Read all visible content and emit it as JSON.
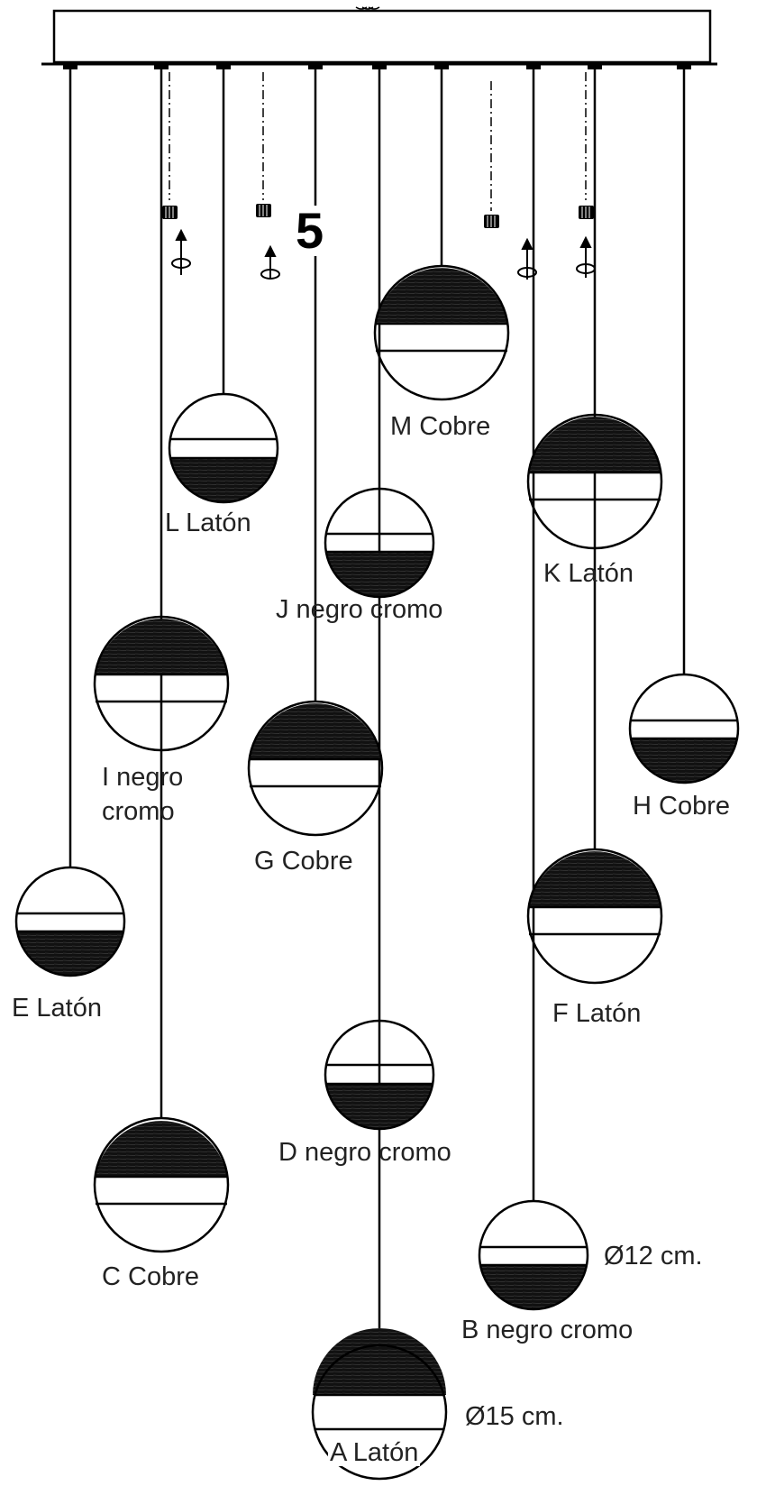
{
  "step_number": "5",
  "colors": {
    "line": "#000000",
    "dark_fill": "#111111",
    "background": "#ffffff"
  },
  "icons": [
    "canopy-plate",
    "cable-gripper-icon",
    "rotate-arrow-icon"
  ],
  "pendants": [
    {
      "id": "A",
      "label": "A Latón",
      "dimension": "Ø15 cm."
    },
    {
      "id": "B",
      "label": "B negro cromo",
      "dimension": "Ø12 cm."
    },
    {
      "id": "C",
      "label": "C Cobre"
    },
    {
      "id": "D",
      "label": "D negro cromo"
    },
    {
      "id": "E",
      "label": "E Latón"
    },
    {
      "id": "F",
      "label": "F Latón"
    },
    {
      "id": "G",
      "label": "G Cobre"
    },
    {
      "id": "H",
      "label": "H Cobre"
    },
    {
      "id": "I",
      "label_line1": "I  negro",
      "label_line2": "cromo"
    },
    {
      "id": "J",
      "label": "J negro cromo"
    },
    {
      "id": "K",
      "label": "K Latón"
    },
    {
      "id": "L",
      "label": "L Latón"
    },
    {
      "id": "M",
      "label": "M Cobre"
    }
  ]
}
